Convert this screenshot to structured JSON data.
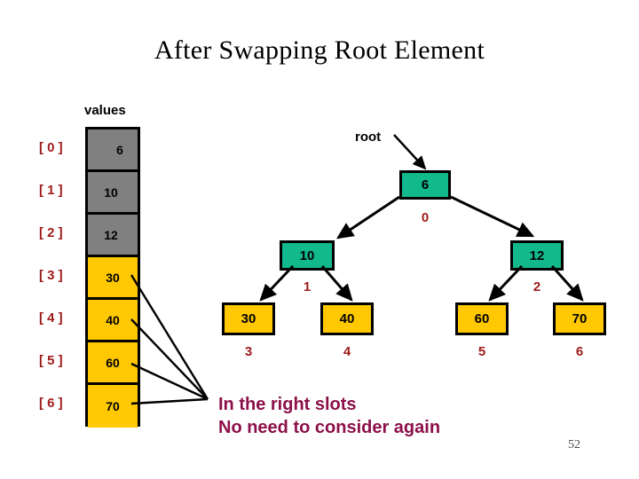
{
  "slide": {
    "title": "After Swapping Root Element",
    "page_number": "52",
    "background_color": "#ffffff"
  },
  "colors": {
    "array_sorted_gray": "#808080",
    "array_heap_gold": "#FFC800",
    "tree_internal_teal": "#11B98D",
    "tree_leaf_gold": "#FFC800",
    "index_label_red": "#9E1A1A",
    "note_maroon": "#8C1049",
    "outline_black": "#000000"
  },
  "array": {
    "caption": "values",
    "cells": [
      {
        "index_label": "[ 0 ]",
        "value": "6",
        "fill": "gray"
      },
      {
        "index_label": "[ 1 ]",
        "value": "10",
        "fill": "gray"
      },
      {
        "index_label": "[ 2 ]",
        "value": "12",
        "fill": "gray"
      },
      {
        "index_label": "[ 3 ]",
        "value": "30",
        "fill": "gold"
      },
      {
        "index_label": "[ 4 ]",
        "value": "40",
        "fill": "gold"
      },
      {
        "index_label": "[ 5 ]",
        "value": "60",
        "fill": "gold"
      },
      {
        "index_label": "[ 6 ]",
        "value": "70",
        "fill": "gold"
      }
    ]
  },
  "tree": {
    "root_caption": "root",
    "nodes": [
      {
        "value": "6",
        "index": "0",
        "kind": "teal"
      },
      {
        "value": "10",
        "index": "1",
        "kind": "teal"
      },
      {
        "value": "12",
        "index": "2",
        "kind": "teal"
      },
      {
        "value": "30",
        "index": "3",
        "kind": "gold"
      },
      {
        "value": "40",
        "index": "4",
        "kind": "gold"
      },
      {
        "value": "60",
        "index": "5",
        "kind": "gold"
      },
      {
        "value": "70",
        "index": "6",
        "kind": "gold"
      }
    ]
  },
  "note": {
    "line1": "In the right slots",
    "line2": "No need to consider again",
    "text": "In the right slots\nNo need to consider again"
  }
}
